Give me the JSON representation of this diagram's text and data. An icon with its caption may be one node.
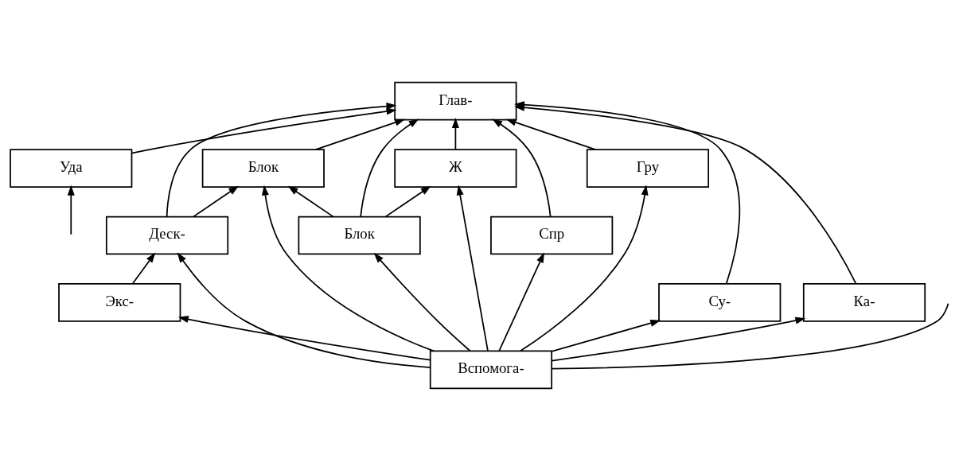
{
  "diagram": {
    "nodes": [
      {
        "text": [
          "Глав-"
        ]
      },
      {
        "text": [
          "Уда"
        ]
      },
      {
        "text": [
          "Блок"
        ]
      },
      {
        "text": [
          "Ж"
        ]
      },
      {
        "text": [
          "Спр"
        ]
      },
      {
        "text": [
          "Деск-"
        ]
      },
      {
        "text": [
          "Блок"
        ]
      },
      {
        "text": [
          "Гру"
        ]
      },
      {
        "text": [
          "Су-"
        ]
      },
      {
        "text": [
          "Ка-"
        ]
      },
      {
        "text": [
          "Экс-"
        ]
      },
      {
        "text": [
          "Вспомога-"
        ]
      }
    ],
    "edges": [
      {
        "from": 1,
        "to": 0,
        "arrow": "to"
      },
      {
        "from": 5,
        "to": 0,
        "arrow": "to"
      },
      {
        "from": 2,
        "to": 0,
        "arrow": "to"
      },
      {
        "from": 6,
        "to": 0,
        "arrow": "to"
      },
      {
        "from": 3,
        "to": 0,
        "arrow": "to"
      },
      {
        "from": 7,
        "to": 0,
        "arrow": "to"
      },
      {
        "from": 4,
        "to": 0,
        "arrow": "to"
      },
      {
        "from": 8,
        "to": 0,
        "arrow": "to"
      },
      {
        "from": 9,
        "to": 0,
        "arrow": "to"
      },
      {
        "from": 5,
        "to": 2,
        "arrow": "to"
      },
      {
        "from": 6,
        "to": 2,
        "arrow": "to"
      },
      {
        "from": 6,
        "to": 3,
        "arrow": "to"
      },
      {
        "from": 10,
        "to": 5,
        "arrow": "to"
      },
      {
        "from": 11,
        "to": 5,
        "arrow": "to"
      },
      {
        "from": 11,
        "to": 2,
        "arrow": "to"
      },
      {
        "from": 11,
        "to": 6,
        "arrow": "to"
      },
      {
        "from": 11,
        "to": 3,
        "arrow": "to"
      },
      {
        "from": 11,
        "to": 7,
        "arrow": "to"
      },
      {
        "from": 11,
        "to": 4,
        "arrow": "to"
      },
      {
        "from": 11,
        "to": 8,
        "arrow": "to"
      },
      {
        "from": 11,
        "to": 9,
        "arrow": "to"
      },
      {
        "from": 11,
        "to": 10,
        "arrow": "to"
      },
      {
        "from": null,
        "to": 1,
        "arrow": "to"
      },
      {
        "from": 11,
        "to": null,
        "arrow": "none"
      }
    ]
  }
}
